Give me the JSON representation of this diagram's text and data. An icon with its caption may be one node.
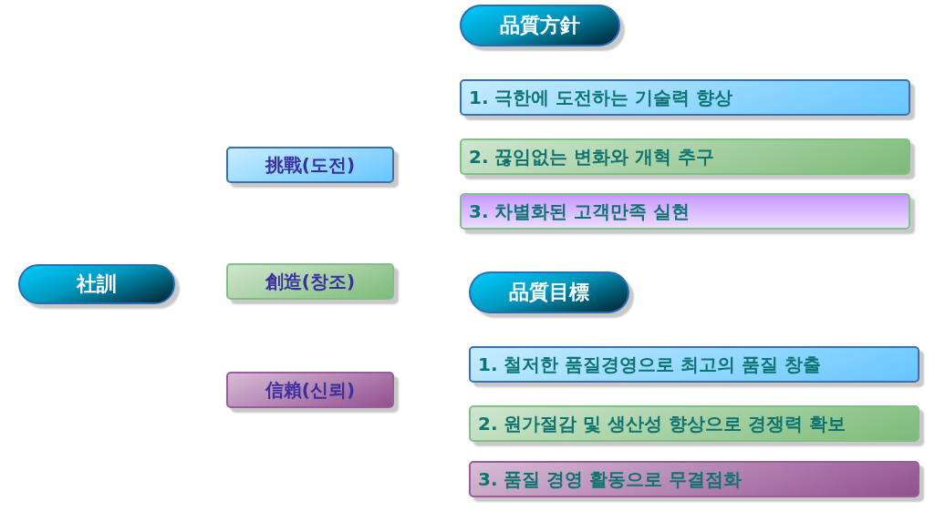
{
  "diagram": {
    "nodes": [
      {
        "text": [
          "社訓"
        ]
      },
      {
        "text": [
          "挑戰(도전)"
        ]
      },
      {
        "text": [
          "創造(창조)"
        ]
      },
      {
        "text": [
          "信賴(신뢰)"
        ]
      },
      {
        "text": [
          "品質方針"
        ]
      },
      {
        "text": [
          "1. 극한에 도전하는 기술력 향상"
        ]
      },
      {
        "text": [
          "2. 끊임없는 변화와 개혁 추구"
        ]
      },
      {
        "text": [
          "3. 차별화된 고객만족 실현"
        ]
      },
      {
        "text": [
          "品質目標"
        ]
      },
      {
        "text": [
          "1. 철저한 품질경영으로 최고의 품질 창출"
        ]
      },
      {
        "text": [
          "2. 원가절감 및 생산성 향상으로 경쟁력 확보"
        ]
      },
      {
        "text": [
          "3. 품질 경영 활동으로 무결점화"
        ]
      }
    ]
  }
}
